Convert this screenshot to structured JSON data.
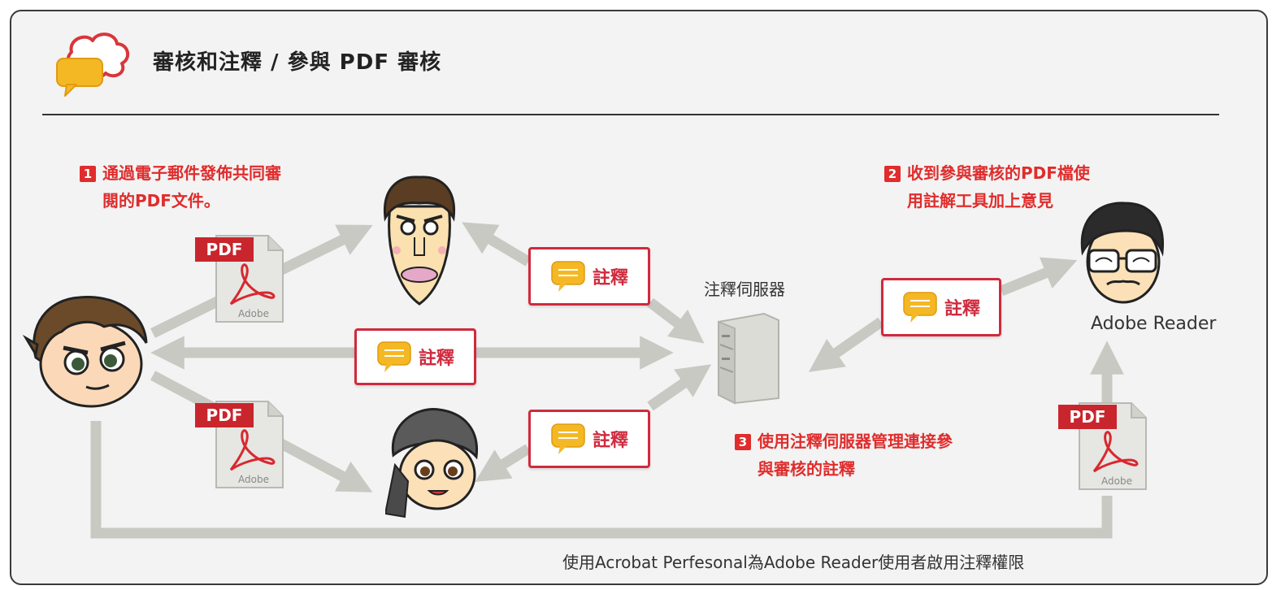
{
  "header": {
    "title": "審核和注釋 / 參與 PDF 審核"
  },
  "steps": [
    {
      "number": "1",
      "line1": "通過電子郵件發佈共同審",
      "line2": "閱的PDF文件。"
    },
    {
      "number": "2",
      "line1": "收到參與審核的PDF檔使",
      "line2": "用註解工具加上意見"
    },
    {
      "number": "3",
      "line1": "使用注釋伺服器管理連接參",
      "line2": "與審核的註釋"
    }
  ],
  "comment_label": "註釋",
  "server_label": "注釋伺服器",
  "reader_label": "Adobe Reader",
  "pdf_icon": {
    "badge": "PDF",
    "brand": "Adobe"
  },
  "footer_note": "使用Acrobat Perfesonal為Adobe Reader使用者啟用注釋權限",
  "colors": {
    "accent_red": "#cf2a3d",
    "step_red": "#e02c2c",
    "arrow_gray": "#c9c9c3",
    "bubble_yellow": "#f5b825"
  }
}
